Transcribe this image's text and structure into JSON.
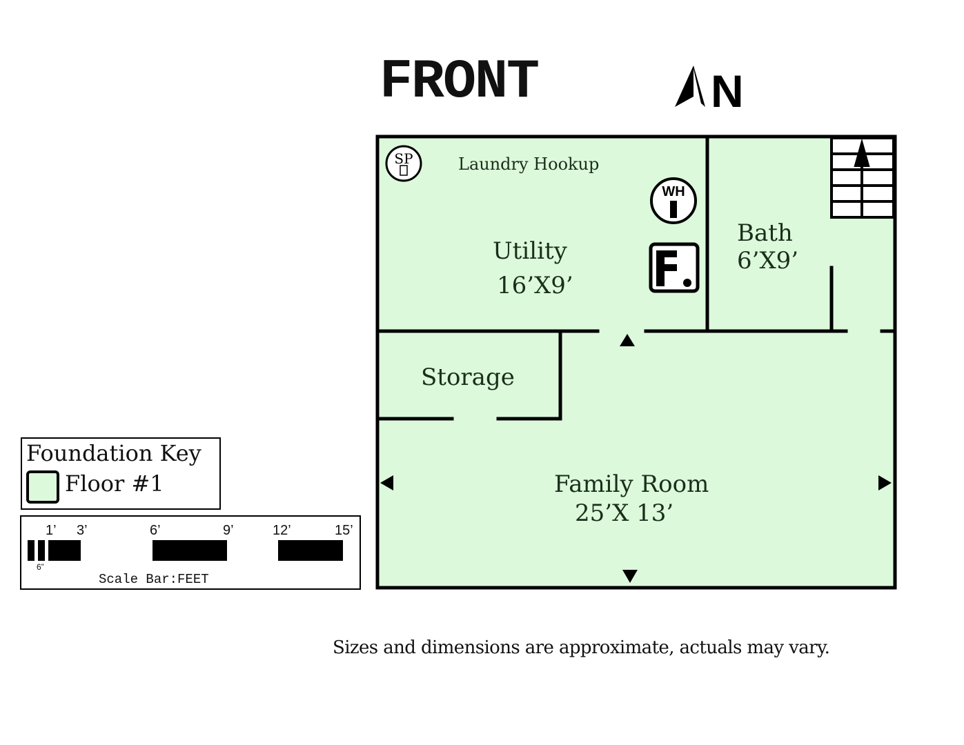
{
  "header": {
    "front_label": "FRONT",
    "north_label": "N"
  },
  "colors": {
    "floor_fill": "#dcf9dc",
    "wall": "#000000",
    "text": "#1a2e1a"
  },
  "rooms": {
    "utility": {
      "name": "Utility",
      "size": "16’X9’"
    },
    "laundry": {
      "name": "Laundry Hookup"
    },
    "bath": {
      "name": "Bath",
      "size": "6’X9’"
    },
    "storage": {
      "name": "Storage"
    },
    "family": {
      "name": "Family Room",
      "size": "25’X 13’"
    }
  },
  "symbols": {
    "sump_pump": "SP",
    "water_heater": "WH",
    "furnace": "F"
  },
  "key": {
    "title": "Foundation Key",
    "items": [
      {
        "label": "Floor #1",
        "color": "#dcf9dc"
      }
    ]
  },
  "scale_bar": {
    "ticks": [
      "1’",
      "3’",
      "6’",
      "9’",
      "12’",
      "15’"
    ],
    "sub_label": "6”",
    "caption": "Scale Bar:FEET"
  },
  "disclaimer": "Sizes and dimensions are approximate, actuals may vary."
}
